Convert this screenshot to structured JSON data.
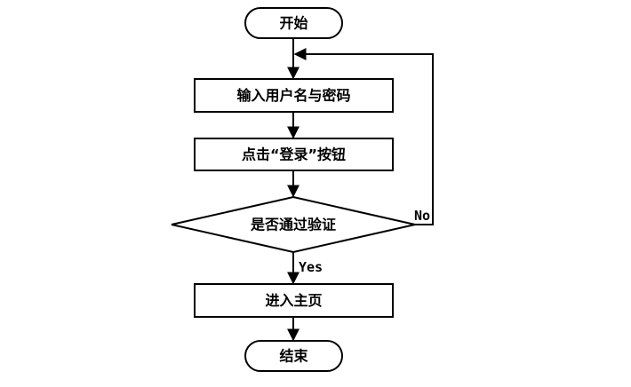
{
  "nodes": {
    "start": "开始",
    "input": "输入用户名与密码",
    "click": "点击“登录”按钮",
    "decision": "是否通过验证",
    "home": "进入主页",
    "end": "结束"
  },
  "edges": {
    "yes_label": "Yes",
    "no_label": "No"
  }
}
